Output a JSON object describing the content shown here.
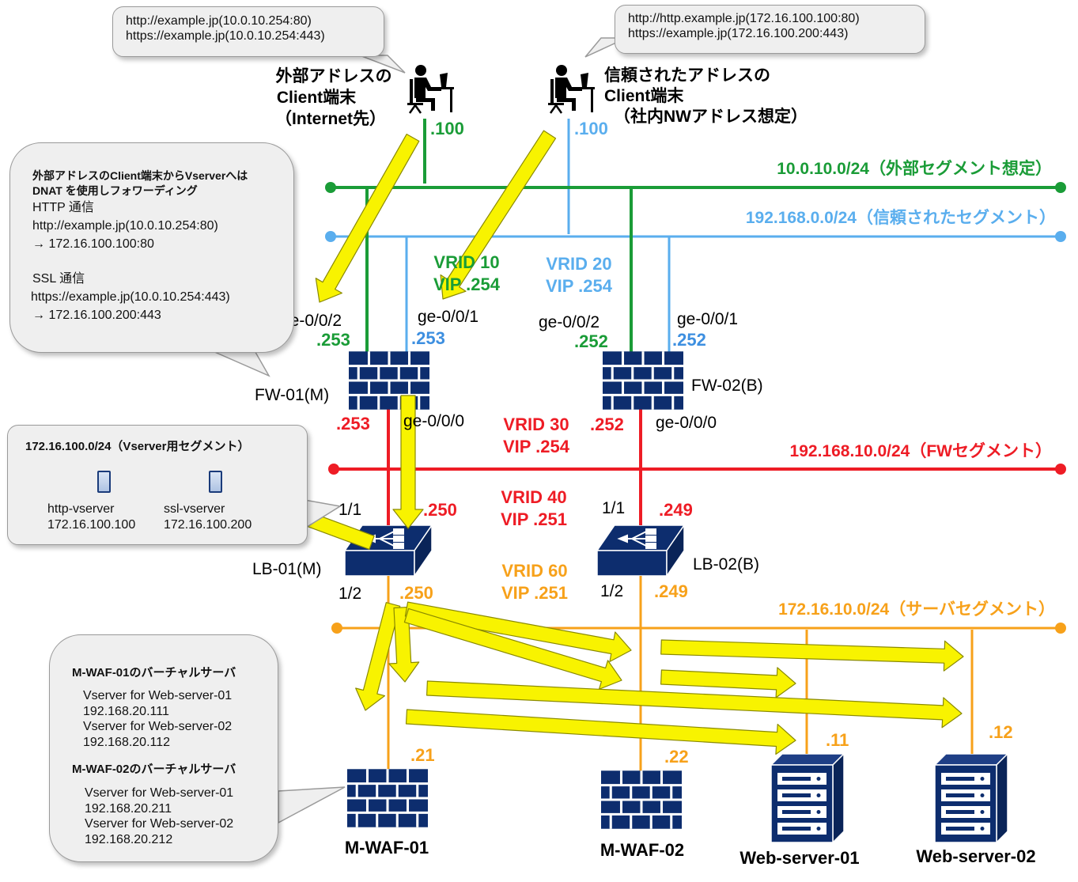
{
  "colors": {
    "external": "#1a9c37",
    "trusted": "#5aaeee",
    "fw": "#ee1c25",
    "server": "#f7a11a",
    "device": "#0d2d6e",
    "arrow_fill": "#f8f300",
    "arrow_stroke": "#8a8a00"
  },
  "bubbles": {
    "ext_urls": [
      "http://example.jp(10.0.10.254:80)",
      "https://example.jp(10.0.10.254:443)"
    ],
    "trusted_urls": [
      "http://http.example.jp(172.16.100.100:80)",
      "https://example.jp(172.16.100.200:443)"
    ],
    "dnat": {
      "title1": "外部アドレスのClient端末からVserverへは",
      "title2": "DNAT を使用しフォワーディング",
      "http_title": "HTTP 通信",
      "http_url": "http://example.jp(10.0.10.254:80)",
      "http_dest": "→ 172.16.100.100:80",
      "ssl_title": "SSL 通信",
      "ssl_url": "https://example.jp(10.0.10.254:443)",
      "ssl_dest": "→ 172.16.100.200:443"
    },
    "vserver": {
      "title": "172.16.100.0/24（Vserver用セグメント）",
      "http_name": "http-vserver",
      "http_ip": "172.16.100.100",
      "ssl_name": "ssl-vserver",
      "ssl_ip": "172.16.100.200"
    },
    "waf": {
      "waf1_title": "M-WAF-01のバーチャルサーバ",
      "waf1_lines": [
        "Vserver for Web-server-01",
        "192.168.20.111",
        "Vserver for Web-server-02",
        "192.168.20.112"
      ],
      "waf2_title": "M-WAF-02のバーチャルサーバ",
      "waf2_lines": [
        "Vserver for Web-server-01",
        "192.168.20.211",
        "Vserver for Web-server-02",
        "192.168.20.212"
      ]
    }
  },
  "clients": {
    "external": {
      "label": [
        "外部アドレスの",
        "Client端末",
        "（Internet先）"
      ],
      "ip": ".100"
    },
    "trusted": {
      "label": [
        "信頼されたアドレスの",
        "Client端末",
        "（社内NWアドレス想定）"
      ],
      "ip": ".100"
    }
  },
  "segments": {
    "external": "10.0.10.0/24（外部セグメント想定）",
    "trusted": "192.168.0.0/24（信頼されたセグメント）",
    "fw": "192.168.10.0/24（FWセグメント）",
    "server": "172.16.10.0/24（サーバセグメント）"
  },
  "vrids": {
    "v10": [
      "VRID 10",
      "VIP .254"
    ],
    "v20": [
      "VRID 20",
      "VIP .254"
    ],
    "v30": [
      "VRID 30",
      "VIP .254"
    ],
    "v40": [
      "VRID 40",
      "VIP .251"
    ],
    "v60": [
      "VRID 60",
      "VIP .251"
    ]
  },
  "fw01": {
    "name": "FW-01(M)",
    "port_ext": "ge-0/0/2",
    "ip_ext": ".253",
    "port_trust": "ge-0/0/1",
    "ip_trust": ".253",
    "port_inner": "ge-0/0/0",
    "ip_inner": ".253"
  },
  "fw02": {
    "name": "FW-02(B)",
    "port_ext": "ge-0/0/2",
    "ip_ext": ".252",
    "port_trust": "ge-0/0/1",
    "ip_trust": ".252",
    "port_inner": "ge-0/0/0",
    "ip_inner": ".252"
  },
  "lb01": {
    "name": "LB-01(M)",
    "port_up": "1/1",
    "ip_up": ".250",
    "port_down": "1/2",
    "ip_down": ".250"
  },
  "lb02": {
    "name": "LB-02(B)",
    "port_up": "1/1",
    "ip_up": ".249",
    "port_down": "1/2",
    "ip_down": ".249"
  },
  "waf01": {
    "name": "M-WAF-01",
    "ip": ".21"
  },
  "waf02": {
    "name": "M-WAF-02",
    "ip": ".22"
  },
  "web01": {
    "name": "Web-server-01",
    "ip": ".11"
  },
  "web02": {
    "name": "Web-server-02",
    "ip": ".12"
  }
}
